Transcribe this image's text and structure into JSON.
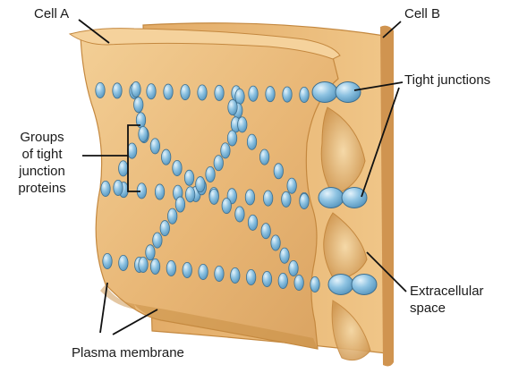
{
  "labels": {
    "cell_a": "Cell A",
    "cell_b": "Cell B",
    "tight_junctions": "Tight junctions",
    "groups": [
      "Groups",
      "of tight",
      "junction",
      "proteins"
    ],
    "extracellular": [
      "Extracellular",
      "space"
    ],
    "plasma_membrane": "Plasma membrane"
  },
  "colors": {
    "membrane_top": "#f2c98a",
    "membrane_body": "#e9b977",
    "membrane_shadow": "#c98f45",
    "protein_fill": "#7eb6d8",
    "protein_highlight": "#d6ecf7",
    "protein_edge": "#3e6f8f",
    "leader_line": "#111111"
  }
}
